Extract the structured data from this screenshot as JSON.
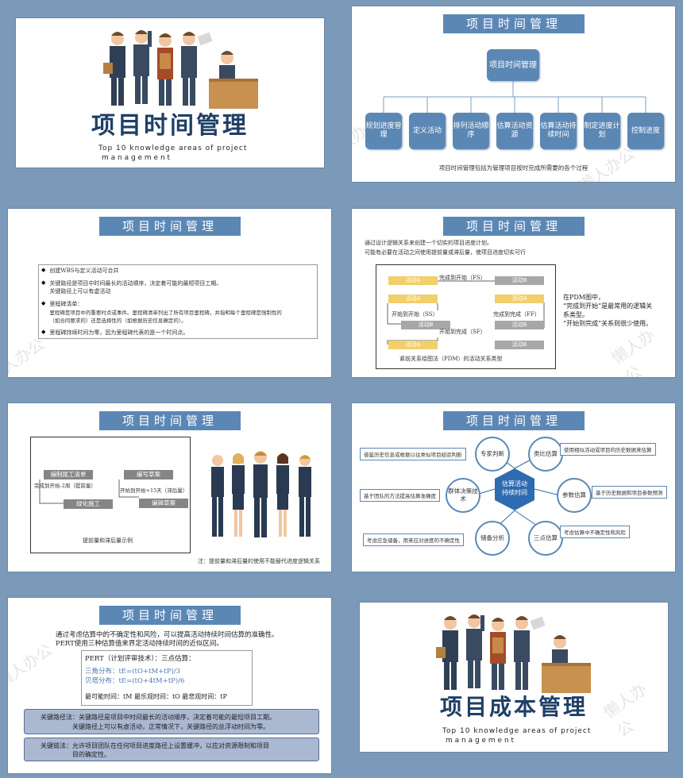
{
  "slide1": {
    "title": "项目时间管理",
    "subtitle_line1": "Top 10 knowledge areas of project",
    "subtitle_line2": "m a n a g e m e n t"
  },
  "slide2": {
    "banner": "项目时间管理",
    "root": "项目时间管理",
    "processes": [
      "规划进度管理",
      "定义活动",
      "排列活动顺序",
      "估算活动资源",
      "估算活动持续时间",
      "制定进度计划",
      "控制进度"
    ],
    "caption": "项目时间管理包括为管理项目按时完成所需要的各个过程"
  },
  "slide3": {
    "banner": "项目时间管理",
    "bullets": [
      {
        "lines": [
          "创建WBS与定义活动可合并"
        ]
      },
      {
        "lines": [
          "关键路径是项目中时间最长的活动顺序，决定着可能的最短项目工期。",
          "关键路径上可以有虚活动"
        ]
      },
      {
        "lines": [
          "里程碑清单：",
          "里程碑是项目中的重要时点或事件。里程碑清单列出了所有项目里程碑，并指明每个里程碑是强制性的",
          "（如合同要求的）还是选择性的（如根据历史信息确定的）。"
        ]
      },
      {
        "lines": [
          "里程碑持续时间为零，因为里程碑代表的是一个时间点。"
        ]
      }
    ]
  },
  "slide4": {
    "banner": "项目时间管理",
    "intro1": "通过设计逻辑关系来创建一个切实的项目进度计划。",
    "intro2": "可能有必要在活动之间使用提前量或滞后量，使项目进度切实可行",
    "act_a": "活动A",
    "act_b": "活动B",
    "fs": "完成到开始（FS）",
    "ss": "开始到开始（SS）",
    "ff": "完成到完成（FF）",
    "sf": "开始到完成（SF）",
    "diagram_caption": "紧前关系绘图法（PDM）的活动关系类型",
    "side_text": [
      "在PDM图中，",
      "“完成到开始”是最常用的逻辑关",
      "系类型。",
      "“开始到完成”关系则很少使用。"
    ]
  },
  "slide5": {
    "banner": "项目时间管理",
    "box1": "编制尾工清单",
    "box1_note": "完成到开始-2周（提前量）",
    "box2": "绿化施工",
    "box3": "编写草案",
    "box3_note": "开始到开始+15天（滞后量）",
    "box4": "编辑草案",
    "caption": "提前量和滞后量示例",
    "footnote": "注：提前量和滞后量的使用不能替代进度逻辑关系"
  },
  "slide6": {
    "banner": "项目时间管理",
    "center": "估算活动持续时间",
    "nodes": [
      "专家判断",
      "类比估算",
      "群体决策技术",
      "参数估算",
      "储备分析",
      "三点估算"
    ],
    "notes": [
      "借鉴历史信息或根据以往类似项目经验判断",
      "使用相似活动或项目的历史数据来估算",
      "基于团队的方法提高估算准确度",
      "基于历史数据和项目参数预测",
      "考虑应急储备，用来应对进度的不确定性",
      "考虑估算中不确定性和风险"
    ]
  },
  "slide7": {
    "banner": "项目时间管理",
    "intro1": "通过考虑估算中的不确定性和风险，可以提高活动持续时间估算的准确性。",
    "intro2": "PERT使用三种估算值来界定活动持续时间的近似区间。",
    "pert_title": "PERT（计划评审技术）：三点估算：",
    "tri": "三角分布：tE=(tO+tM+tP)/3",
    "beta": "贝塔分布：tE=(tO+4tM+tP)/6",
    "times": "最可能时间：tM  最乐观时间：tO  最悲观时间：tP",
    "cp_lines": [
      "关键路径法：关键路径是项目中时间最长的活动顺序，决定着可能的最短项目工期。",
      "关键路径上可以有虚活动，正常情况下，关键路径的总浮动时间为零。"
    ],
    "cc_lines": [
      "关键链法：允许项目团队在任何项目进度路径上设置缓冲，以应对资源限制和项目",
      "目的确定性。"
    ]
  },
  "slide8": {
    "title": "项目成本管理",
    "subtitle_line1": "Top 10 knowledge areas of project",
    "subtitle_line2": "m a n a g e m e n t"
  },
  "watermark": "懒人办公",
  "colors": {
    "background": "#7b99b8",
    "accent": "#5b87b5",
    "title": "#1f3f66"
  }
}
